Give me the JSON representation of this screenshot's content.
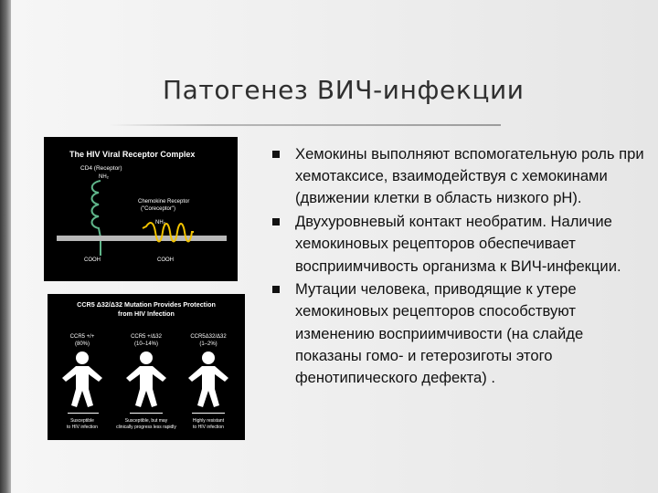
{
  "slide": {
    "title": "Патогенез ВИЧ-инфекции",
    "bullets": [
      "Хемокины выполняют вспомогательную роль при хемотаксисе, взаимодействуя с хемокинами (движении клетки в область низкого рН).",
      "Двухуровневый контакт необратим. Наличие хемокиновых рецепторов обеспечивает восприимчивость организма к ВИЧ-инфекции.",
      " Мутации человека, приводящие к утере хемокиновых рецепторов способствуют изменению восприимчивости (на слайде показаны гомо- и гетерозиготы этого фенотипического дефекта) ."
    ]
  },
  "figure_receptor": {
    "title": "The HIV Viral Receptor Complex",
    "cd4_label": "CD4 (Receptor)",
    "nh2_left": "NH₂",
    "coreceptor_label_1": "Chemokine Receptor",
    "coreceptor_label_2": "(\"Coreceptor\")",
    "nh2_right": "NH₂",
    "cooh_left": "COOH",
    "cooh_right": "COOH",
    "colors": {
      "membrane": "#b8b8b8",
      "cd4": "#5fb58a",
      "coreceptor": "#f2c300"
    }
  },
  "figure_mutation": {
    "title_line1": "CCR5 Δ32/Δ32 Mutation Provides Protection",
    "title_line2": "from HIV Infection",
    "columns": [
      {
        "genotype": "CCR5 +/+",
        "frequency": "(80%)",
        "caption1": "Susceptible",
        "caption2": "to HIV infection"
      },
      {
        "genotype": "CCR5 +/Δ32",
        "frequency": "(10–14%)",
        "caption1": "Susceptible, but may",
        "caption2": "clinically progress less rapidly"
      },
      {
        "genotype": "CCR5Δ32/Δ32",
        "frequency": "(1–2%)",
        "caption1": "Highly resistant",
        "caption2": "to HIV infection"
      }
    ]
  }
}
